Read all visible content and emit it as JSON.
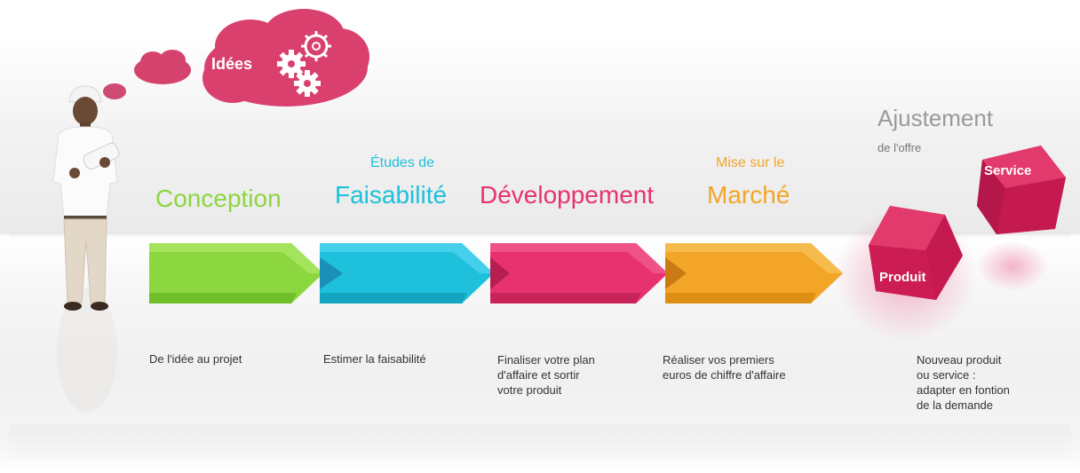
{
  "colors": {
    "conception": "#8cd63f",
    "faisabilite": "#1ec0dc",
    "developpement": "#e8326f",
    "marche": "#f2a527",
    "ajustement": "#9a9a9a",
    "cloud": "#d9406e",
    "cube": "#d81e58",
    "text": "#333333"
  },
  "idea_cloud": {
    "label": "Idées"
  },
  "stages": [
    {
      "pre": "",
      "title": "Conception",
      "description": [
        "De l'idée au projet"
      ]
    },
    {
      "pre": "Études de",
      "title": "Faisabilité",
      "description": [
        "Estimer la faisabilité"
      ]
    },
    {
      "pre": "",
      "title": "Développement",
      "description": [
        "Finaliser votre plan",
        "d'affaire et sortir",
        "votre produit"
      ]
    },
    {
      "pre": "Mise sur le",
      "title": "Marché",
      "description": [
        "Réaliser vos premiers",
        "euros de chiffre d'affaire"
      ]
    }
  ],
  "ajustement": {
    "title": "Ajustement",
    "subtitle": "de l'offre",
    "cube_service": "Service",
    "cube_produit": "Produit",
    "description": [
      "Nouveau produit",
      "ou service :",
      "adapter en fontion",
      "de la demande"
    ]
  }
}
